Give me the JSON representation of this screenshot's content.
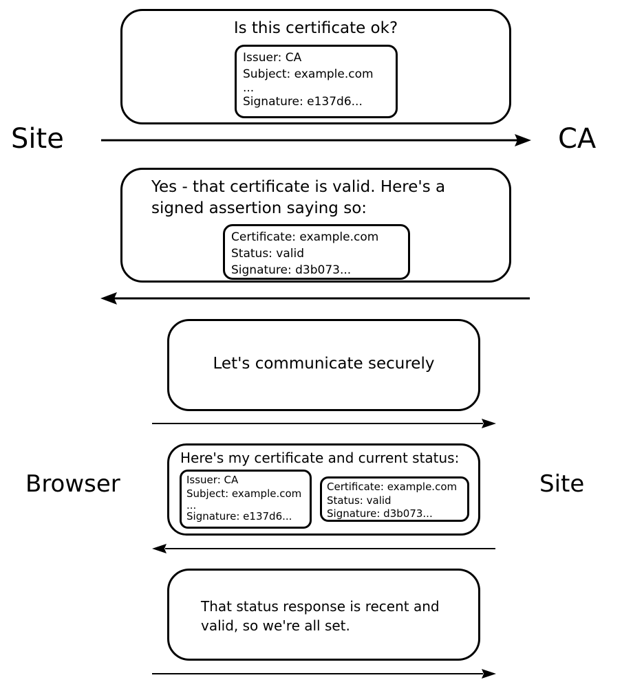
{
  "top": {
    "left_party": "Site",
    "right_party": "CA",
    "request": {
      "text": "Is this certificate ok?",
      "certificate": {
        "issuer": "Issuer: CA",
        "subject": "Subject: example.com",
        "ellipsis": "...",
        "signature": "Signature: e137d6..."
      }
    },
    "response": {
      "line1": "Yes - that certificate is valid. Here's a",
      "line2": "signed assertion saying so:",
      "assertion": {
        "certificate": "Certificate: example.com",
        "status": "Status: valid",
        "signature": "Signature: d3b073..."
      }
    }
  },
  "bottom": {
    "left_party": "Browser",
    "right_party": "Site",
    "hello": {
      "text": "Let's communicate securely"
    },
    "reply": {
      "text": "Here's my certificate and current status:",
      "certificate": {
        "issuer": "Issuer: CA",
        "subject": "Subject: example.com",
        "ellipsis": "...",
        "signature": "Signature: e137d6..."
      },
      "status_response": {
        "certificate": "Certificate: example.com",
        "status": "Status: valid",
        "signature": "Signature: d3b073..."
      }
    },
    "confirm": {
      "line1": "That status response is recent and",
      "line2": "valid, so we're all set."
    }
  }
}
